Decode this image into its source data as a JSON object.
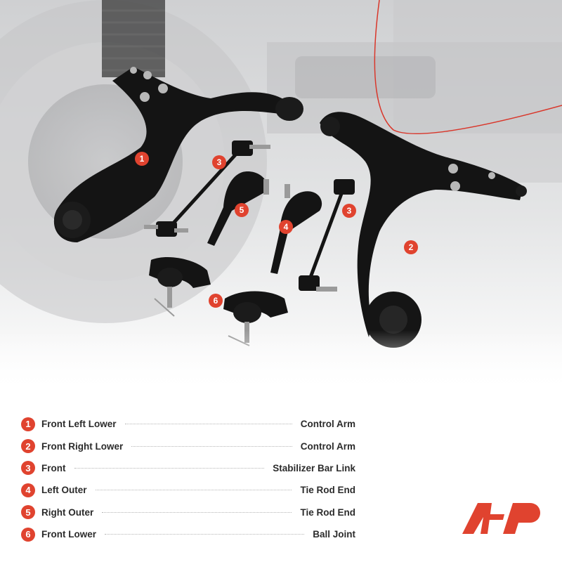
{
  "callouts": [
    {
      "num": "1"
    },
    {
      "num": "2"
    },
    {
      "num": "3"
    },
    {
      "num": "3"
    },
    {
      "num": "4"
    },
    {
      "num": "5"
    },
    {
      "num": "6"
    }
  ],
  "legend": [
    {
      "num": "1",
      "left": "Front Left Lower",
      "right": "Control Arm"
    },
    {
      "num": "2",
      "left": "Front Right Lower",
      "right": "Control Arm"
    },
    {
      "num": "3",
      "left": "Front",
      "right": "Stabilizer Bar Link"
    },
    {
      "num": "4",
      "left": "Left Outer",
      "right": "Tie Rod End"
    },
    {
      "num": "5",
      "left": "Right Outer",
      "right": "Tie Rod End"
    },
    {
      "num": "6",
      "left": "Front Lower",
      "right": "Ball Joint"
    }
  ],
  "colors": {
    "accent": "#e0432f",
    "text": "#2b2b2b",
    "part": "#141414"
  },
  "icons": {
    "logo": "brand-logo-icon"
  }
}
